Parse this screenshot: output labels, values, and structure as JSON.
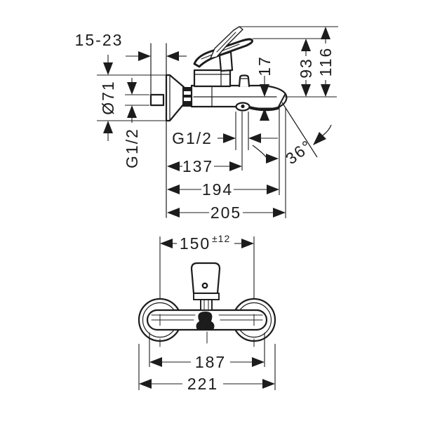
{
  "drawing_title": "bath-mixer-installation-dimensions",
  "colors": {
    "ink": "#1c1c1c",
    "background": "#ffffff"
  },
  "side_view": {
    "wall_depth_range": "15-23",
    "escutcheon_diameter": "Ø71",
    "wall_connection_thread": "G1/2",
    "outlet_thread": "G1/2",
    "spout_outlet_drop": "17",
    "height_lever_closed": "93",
    "height_lever_open": "116",
    "spout_outlet_angle": "36°",
    "depth_to_outlet_center": "137",
    "depth_to_spout_mouth": "194",
    "depth_overall": "205"
  },
  "front_view": {
    "connection_spacing": "150",
    "connection_spacing_tolerance": "±12",
    "body_width": "187",
    "overall_width": "221"
  }
}
